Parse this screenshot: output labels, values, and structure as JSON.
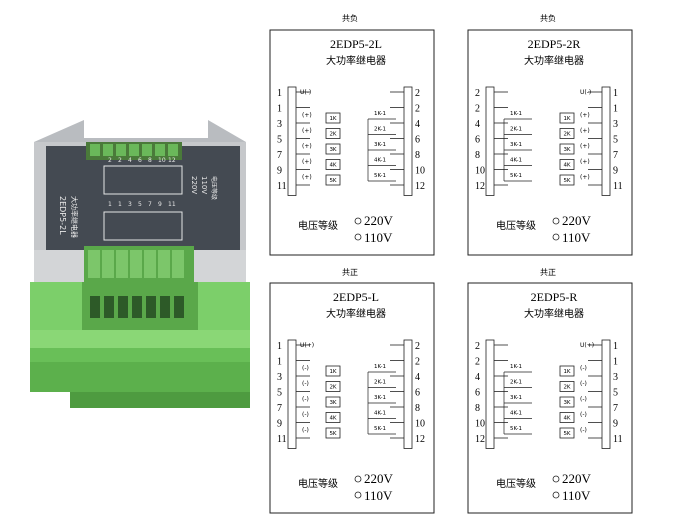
{
  "product": {
    "model_on_device": "2EDP5-2L",
    "device_label_title": "大功率继电器",
    "device_voltage_220": "220V",
    "device_voltage_110": "110V",
    "device_voltage_caption": "电压等级",
    "terminal_numbers": [
      "1",
      "1",
      "3",
      "5",
      "7",
      "9",
      "11",
      "2",
      "2",
      "4",
      "6",
      "8",
      "10",
      "12"
    ]
  },
  "panels": [
    {
      "group_label": "共负",
      "model": "2EDP5-2L",
      "subtitle": "大功率继电器",
      "u_label": "U(-)",
      "polarity_label": "(+)",
      "relays": [
        "1K",
        "2K",
        "3K",
        "4K",
        "5K"
      ],
      "contacts": [
        "1K-1",
        "2K-1",
        "3K-1",
        "4K-1",
        "5K-1"
      ],
      "left_terminals": [
        "1",
        "1",
        "3",
        "5",
        "7",
        "9",
        "11"
      ],
      "right_terminals": [
        "2",
        "2",
        "4",
        "6",
        "8",
        "10",
        "12"
      ],
      "voltage_caption": "电压等级",
      "v1": "220V",
      "v2": "110V"
    },
    {
      "group_label": "共负",
      "model": "2EDP5-2R",
      "subtitle": "大功率继电器",
      "u_label": "U(-)",
      "polarity_label": "(+)",
      "relays": [
        "1K",
        "2K",
        "3K",
        "4K",
        "5K"
      ],
      "contacts": [
        "1K-1",
        "2K-1",
        "3K-1",
        "4K-1",
        "5K-1"
      ],
      "left_terminals": [
        "2",
        "2",
        "4",
        "6",
        "8",
        "10",
        "12"
      ],
      "right_terminals": [
        "1",
        "1",
        "3",
        "5",
        "7",
        "9",
        "11"
      ],
      "voltage_caption": "电压等级",
      "v1": "220V",
      "v2": "110V"
    },
    {
      "group_label": "共正",
      "model": "2EDP5-L",
      "subtitle": "大功率继电器",
      "u_label": "U(+)",
      "polarity_label": "(-)",
      "relays": [
        "1K",
        "2K",
        "3K",
        "4K",
        "5K"
      ],
      "contacts": [
        "1K-1",
        "2K-1",
        "3K-1",
        "4K-1",
        "5K-1"
      ],
      "left_terminals": [
        "1",
        "1",
        "3",
        "5",
        "7",
        "9",
        "11"
      ],
      "right_terminals": [
        "2",
        "2",
        "4",
        "6",
        "8",
        "10",
        "12"
      ],
      "voltage_caption": "电压等级",
      "v1": "220V",
      "v2": "110V"
    },
    {
      "group_label": "共正",
      "model": "2EDP5-R",
      "subtitle": "大功率继电器",
      "u_label": "U(+)",
      "polarity_label": "(-)",
      "relays": [
        "1K",
        "2K",
        "3K",
        "4K",
        "5K"
      ],
      "contacts": [
        "1K-1",
        "2K-1",
        "3K-1",
        "4K-1",
        "5K-1"
      ],
      "left_terminals": [
        "2",
        "2",
        "4",
        "6",
        "8",
        "10",
        "12"
      ],
      "right_terminals": [
        "1",
        "1",
        "3",
        "5",
        "7",
        "9",
        "11"
      ],
      "voltage_caption": "电压等级",
      "v1": "220V",
      "v2": "110V"
    }
  ]
}
